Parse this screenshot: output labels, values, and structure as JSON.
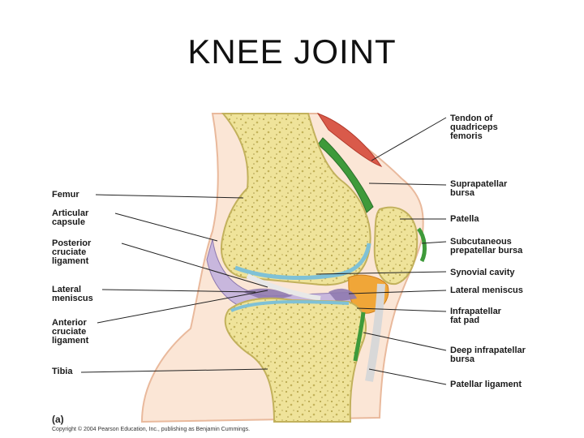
{
  "title": "KNEE JOINT",
  "labels_left": {
    "femur": "Femur",
    "articular_capsule": "Articular\ncapsule",
    "posterior_cruciate": "Posterior\ncruciate\nligament",
    "lateral_meniscus": "Lateral\nmeniscus",
    "anterior_cruciate": "Anterior\ncruciate\nligament",
    "tibia": "Tibia"
  },
  "labels_right": {
    "quadriceps_tendon": "Tendon of\nquadriceps\nfemoris",
    "suprapatellar_bursa": "Suprapatellar\nbursa",
    "patella": "Patella",
    "subcutaneous_bursa": "Subcutaneous\nprepatellar bursa",
    "synovial_cavity": "Synovial cavity",
    "lateral_meniscus": "Lateral meniscus",
    "infrapatellar_fat_pad": "Infrapatellar\nfat pad",
    "deep_infrapatellar_bursa": "Deep infrapatellar\nbursa",
    "patellar_ligament": "Patellar ligament"
  },
  "figure_letter": "(a)",
  "copyright": "Copyright © 2004 Pearson Education, Inc., publishing as Benjamin Cummings."
}
